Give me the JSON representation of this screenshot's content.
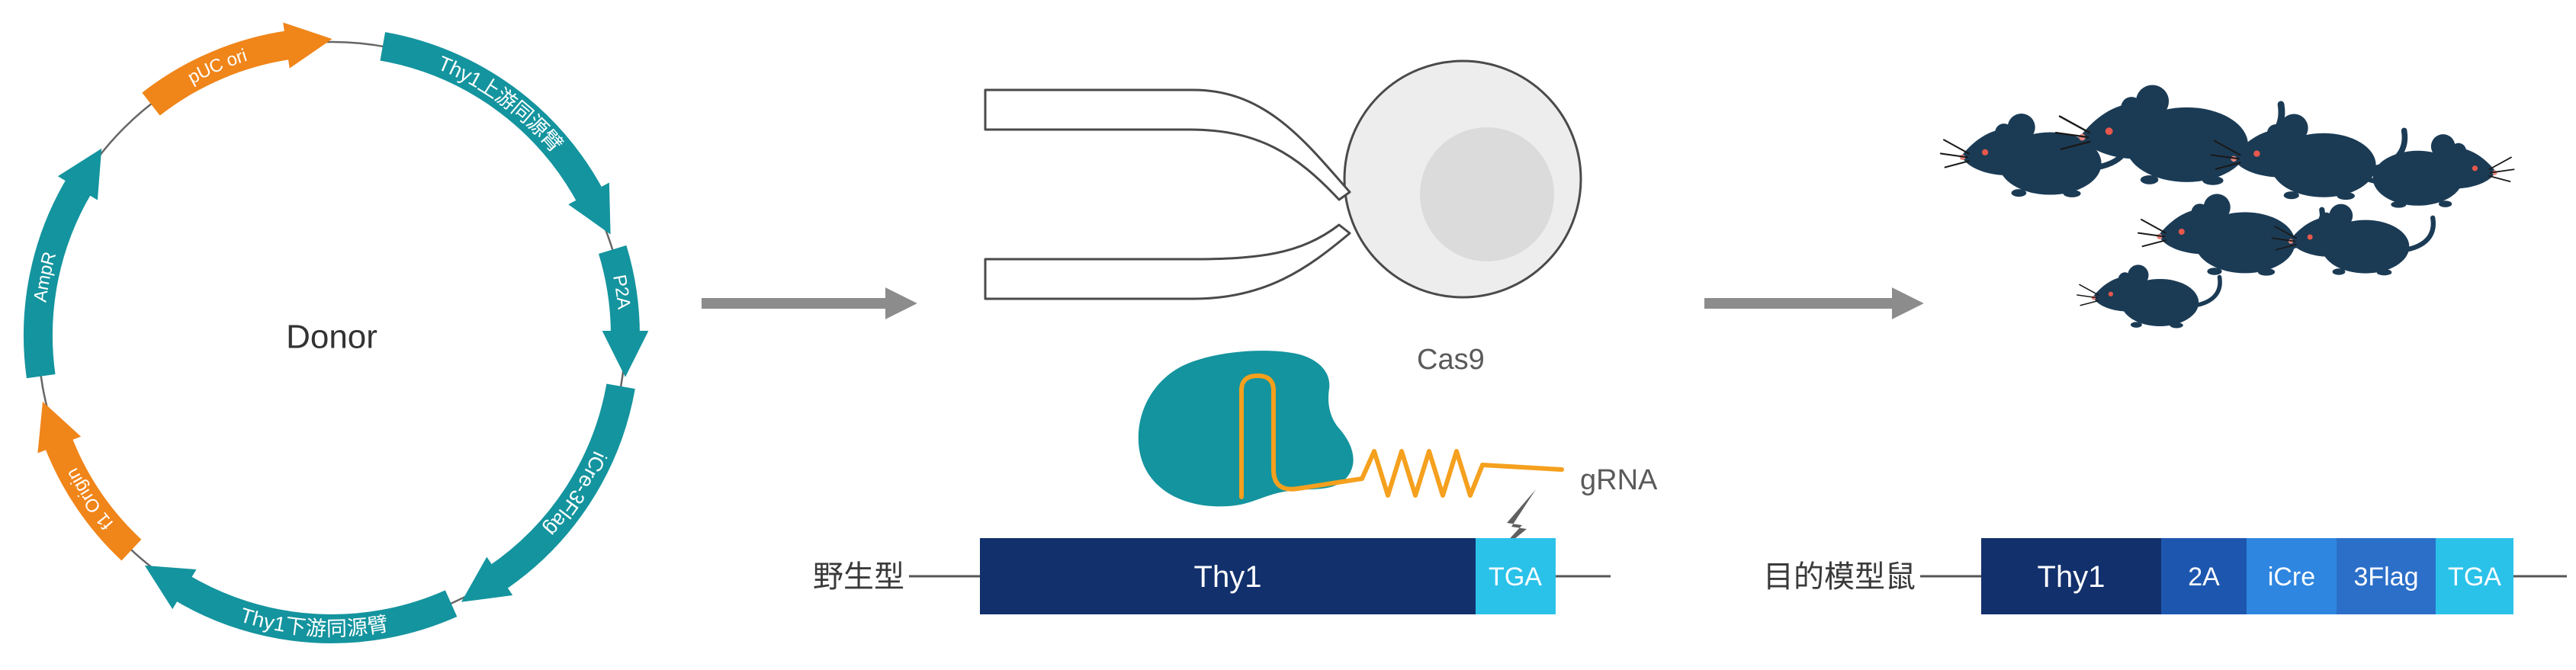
{
  "colors": {
    "teal": "#14949E",
    "orange": "#F08519",
    "grna_orange": "#F5A01E",
    "navy": "#12306C",
    "cyan": "#2BC2EA",
    "arrow_gray": "#8C8C8C",
    "mouse_navy": "#1B3B55"
  },
  "plasmid": {
    "title": "Donor",
    "features": [
      {
        "label": "pUC ori",
        "color": "#F08519"
      },
      {
        "label": "Thy1上游同源臂",
        "color": "#14949E"
      },
      {
        "label": "P2A",
        "color": "#14949E"
      },
      {
        "label": "iCre-3Flag",
        "color": "#14949E"
      },
      {
        "label": "Thy1下游同源臂",
        "color": "#14949E"
      },
      {
        "label": "f1 Origin",
        "color": "#F08519"
      },
      {
        "label": "AmpR",
        "color": "#14949E"
      }
    ]
  },
  "injection": {
    "cas9_label": "Cas9",
    "grna_label": "gRNA"
  },
  "wild_type": {
    "label": "野生型",
    "gene_label": "Thy1",
    "stop_label": "TGA"
  },
  "model": {
    "label": "目的模型鼠",
    "segments": [
      {
        "label": "Thy1",
        "color": "#12306C"
      },
      {
        "label": "2A",
        "color": "#1D56AE"
      },
      {
        "label": "iCre",
        "color": "#2F86E0"
      },
      {
        "label": "3Flag",
        "color": "#2B6FC9"
      },
      {
        "label": "TGA",
        "color": "#2BC2EA"
      }
    ]
  }
}
